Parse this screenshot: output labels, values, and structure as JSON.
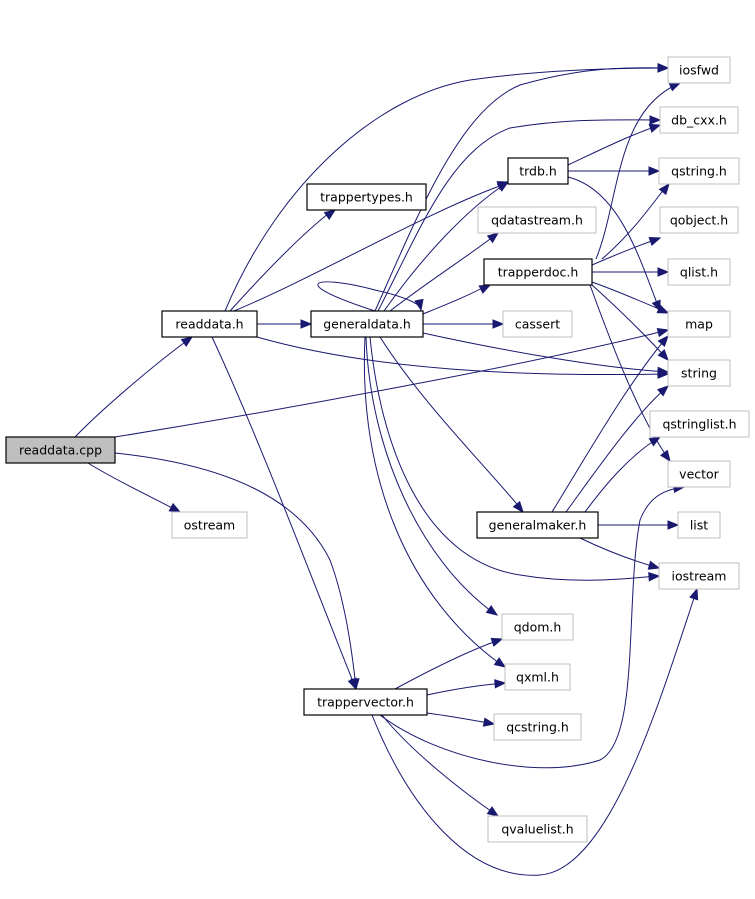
{
  "diagram": {
    "nodes": {
      "readdata_cpp": "readdata.cpp",
      "ostream": "ostream",
      "readdata_h": "readdata.h",
      "trappervector_h": "trappervector.h",
      "trappertypes_h": "trappertypes.h",
      "generaldata_h": "generaldata.h",
      "trdb_h": "trdb.h",
      "qdatastream_h": "qdatastream.h",
      "trapperdoc_h": "trapperdoc.h",
      "cassert": "cassert",
      "generalmaker_h": "generalmaker.h",
      "qdom_h": "qdom.h",
      "qxml_h": "qxml.h",
      "qcstring_h": "qcstring.h",
      "qvaluelist_h": "qvaluelist.h",
      "iosfwd": "iosfwd",
      "db_cxx_h": "db_cxx.h",
      "qstring_h": "qstring.h",
      "qobject_h": "qobject.h",
      "qlist_h": "qlist.h",
      "map": "map",
      "string": "string",
      "qstringlist_h": "qstringlist.h",
      "vector": "vector",
      "list": "list",
      "iostream": "iostream"
    },
    "root": "readdata_cpp",
    "external": [
      "ostream",
      "qdatastream_h",
      "cassert",
      "qdom_h",
      "qxml_h",
      "qcstring_h",
      "qvaluelist_h",
      "iosfwd",
      "db_cxx_h",
      "qstring_h",
      "qobject_h",
      "qlist_h",
      "map",
      "string",
      "qstringlist_h",
      "vector",
      "list",
      "iostream"
    ],
    "edges": [
      [
        "readdata_cpp",
        "readdata_h"
      ],
      [
        "readdata_cpp",
        "ostream"
      ],
      [
        "readdata_cpp",
        "map"
      ],
      [
        "readdata_cpp",
        "trappervector_h"
      ],
      [
        "readdata_h",
        "iosfwd"
      ],
      [
        "readdata_h",
        "trappertypes_h"
      ],
      [
        "readdata_h",
        "trdb_h"
      ],
      [
        "readdata_h",
        "generaldata_h"
      ],
      [
        "readdata_h",
        "string"
      ],
      [
        "readdata_h",
        "trappervector_h"
      ],
      [
        "generaldata_h",
        "generaldata_h"
      ],
      [
        "generaldata_h",
        "iosfwd"
      ],
      [
        "generaldata_h",
        "db_cxx_h"
      ],
      [
        "generaldata_h",
        "trdb_h"
      ],
      [
        "generaldata_h",
        "qdatastream_h"
      ],
      [
        "generaldata_h",
        "trapperdoc_h"
      ],
      [
        "generaldata_h",
        "cassert"
      ],
      [
        "generaldata_h",
        "string"
      ],
      [
        "generaldata_h",
        "generalmaker_h"
      ],
      [
        "generaldata_h",
        "iostream"
      ],
      [
        "generaldata_h",
        "qdom_h"
      ],
      [
        "generaldata_h",
        "qxml_h"
      ],
      [
        "trdb_h",
        "db_cxx_h"
      ],
      [
        "trdb_h",
        "qstring_h"
      ],
      [
        "trdb_h",
        "map"
      ],
      [
        "trapperdoc_h",
        "iosfwd"
      ],
      [
        "trapperdoc_h",
        "qstring_h"
      ],
      [
        "trapperdoc_h",
        "qobject_h"
      ],
      [
        "trapperdoc_h",
        "qlist_h"
      ],
      [
        "trapperdoc_h",
        "map"
      ],
      [
        "trapperdoc_h",
        "string"
      ],
      [
        "trapperdoc_h",
        "vector"
      ],
      [
        "generalmaker_h",
        "map"
      ],
      [
        "generalmaker_h",
        "string"
      ],
      [
        "generalmaker_h",
        "qstringlist_h"
      ],
      [
        "generalmaker_h",
        "list"
      ],
      [
        "generalmaker_h",
        "iostream"
      ],
      [
        "trappervector_h",
        "qdom_h"
      ],
      [
        "trappervector_h",
        "qxml_h"
      ],
      [
        "trappervector_h",
        "qcstring_h"
      ],
      [
        "trappervector_h",
        "qvaluelist_h"
      ],
      [
        "trappervector_h",
        "vector"
      ],
      [
        "trappervector_h",
        "iostream"
      ]
    ]
  }
}
